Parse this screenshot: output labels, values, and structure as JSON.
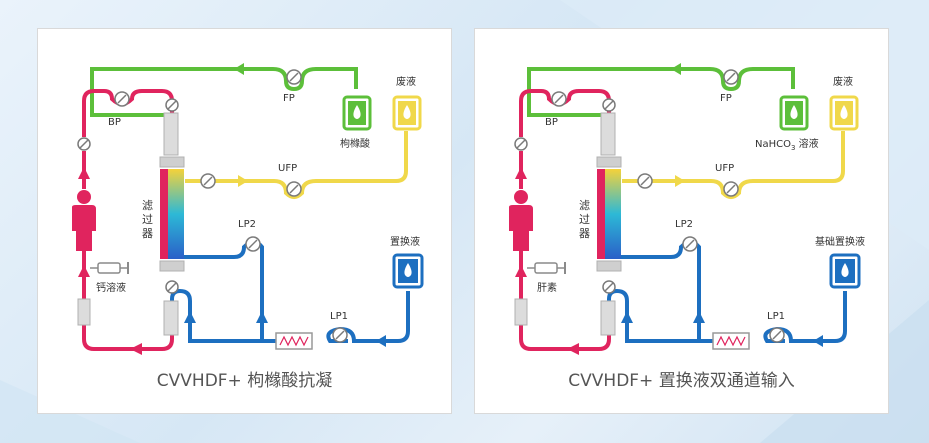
{
  "colors": {
    "blood": "#e0245e",
    "fp_line": "#5cbf3a",
    "ufp_line": "#f0d84a",
    "lp_line": "#1d6fc0",
    "filter_gradient_top": "#f5d23a",
    "filter_gradient_mid": "#2db9d6",
    "filter_gradient_bot": "#2a5fc8",
    "pump": "#7a7a7a",
    "bag_green": "#5cbf3a",
    "bag_yellow": "#f0d84a",
    "bag_blue": "#1d6fc0",
    "heater": "#e0245e",
    "text": "#333333",
    "caption": "#555555"
  },
  "icons": [
    "patient-icon",
    "syringe-icon",
    "pump-icon",
    "bag-icon",
    "filter-icon",
    "heater-icon",
    "arrow-icon"
  ],
  "left": {
    "caption": "CVVHDF+ 枸橼酸抗凝",
    "labels": {
      "bp": "BP",
      "fp": "FP",
      "ufp": "UFP",
      "lp1": "LP1",
      "lp2": "LP2",
      "filter": [
        "滤",
        "过",
        "器"
      ],
      "green_bag": "枸橼酸",
      "yellow_bag": "废液",
      "blue_bag": "置换液",
      "syringe": "钙溶液"
    }
  },
  "right": {
    "caption": "CVVHDF+ 置换液双通道输入",
    "labels": {
      "bp": "BP",
      "fp": "FP",
      "ufp": "UFP",
      "lp1": "LP1",
      "lp2": "LP2",
      "filter": [
        "滤",
        "过",
        "器"
      ],
      "green_bag_main": "NaHCO",
      "green_bag_sub": "3",
      "green_bag_tail": " 溶液",
      "yellow_bag": "废液",
      "blue_bag": "基础置换液",
      "syringe": "肝素"
    }
  }
}
